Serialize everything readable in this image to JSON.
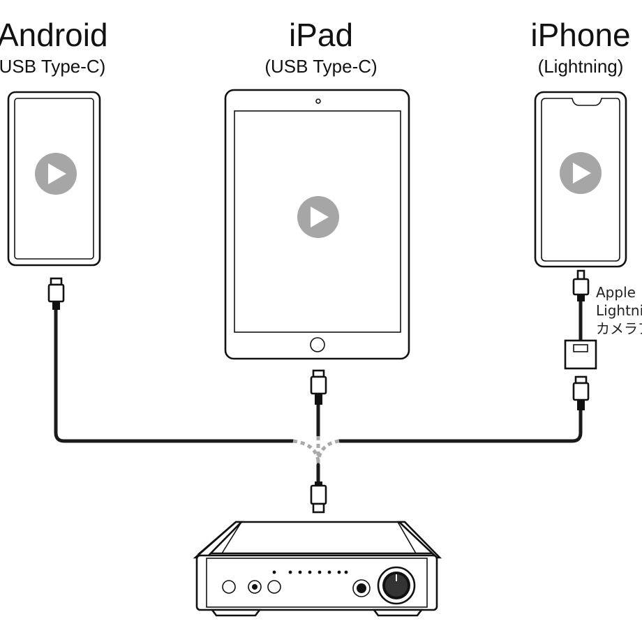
{
  "devices": {
    "android": {
      "name": "Android",
      "port": "(USB Type-C)"
    },
    "ipad": {
      "name": "iPad",
      "port": "(USB Type-C)"
    },
    "iphone": {
      "name": "iPhone",
      "port": "(Lightning)"
    }
  },
  "adapter": {
    "line1": "Apple",
    "line2": "Lightni",
    "line3": "カメラア"
  },
  "colors": {
    "play_button": "#a6a6a6",
    "outline": "#111111",
    "cable": "#1a1a1a",
    "cable_merge": "#a9a9a9"
  },
  "icons": [
    "play-icon",
    "usb-c-connector-icon",
    "lightning-connector-icon",
    "home-button-icon",
    "volume-knob-icon"
  ]
}
